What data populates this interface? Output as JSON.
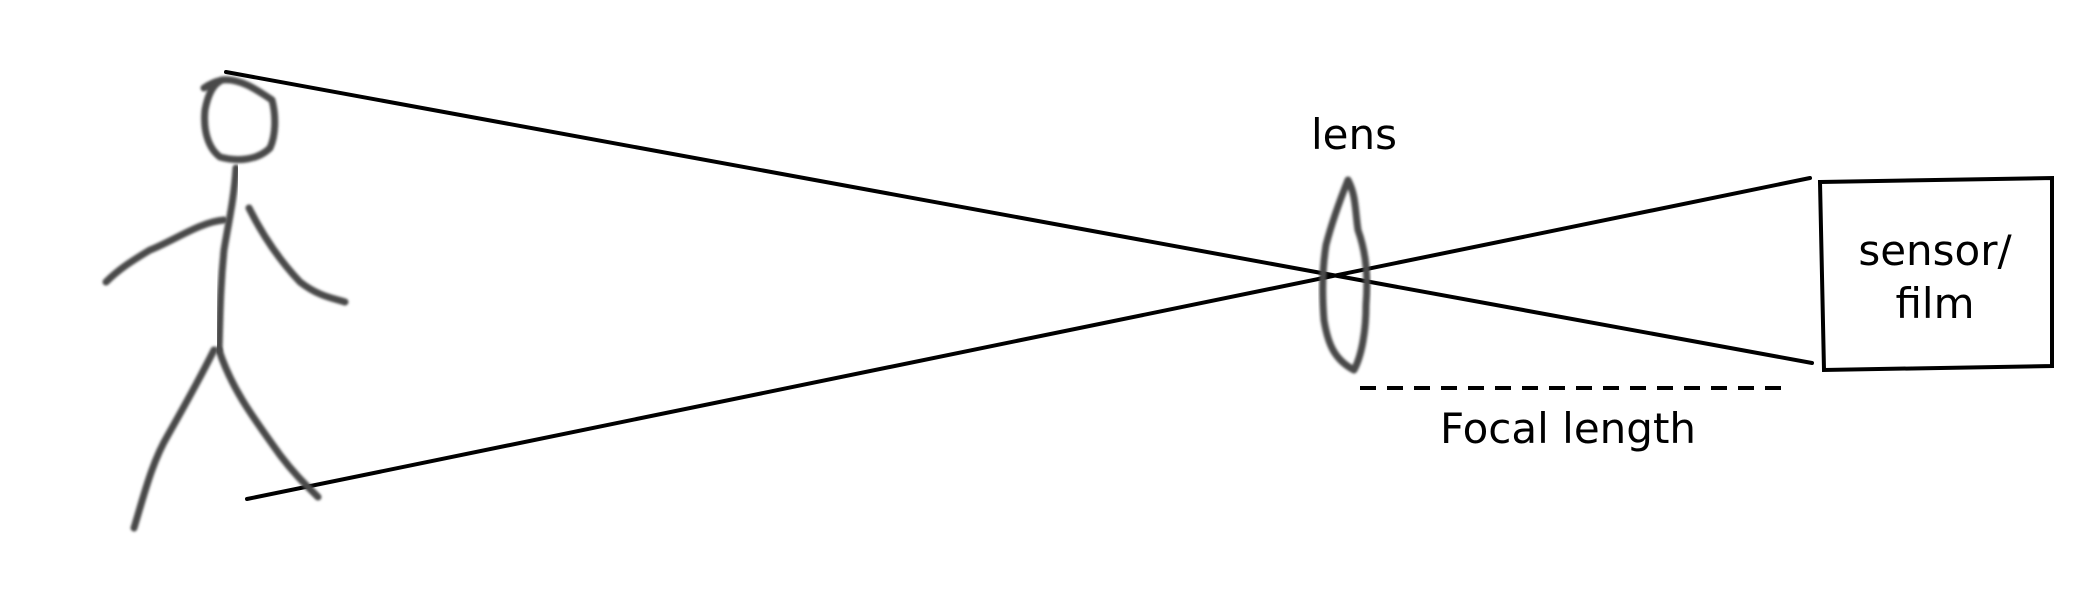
{
  "labels": {
    "lens": "lens",
    "sensor_line1": "sensor/",
    "sensor_line2": "film",
    "focal_length": "Focal length"
  }
}
